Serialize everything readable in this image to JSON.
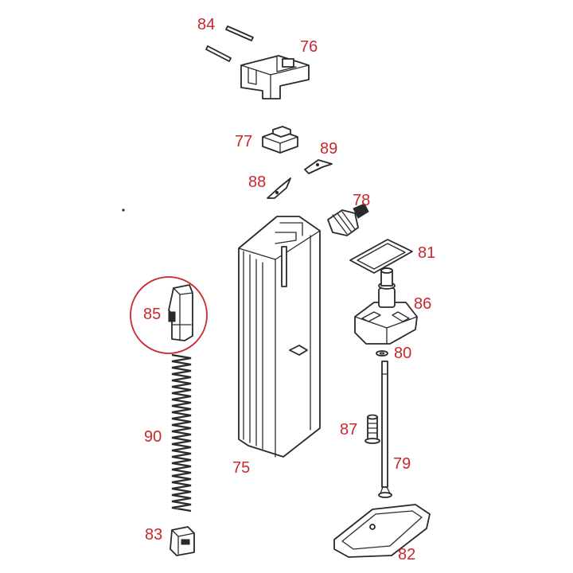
{
  "colors": {
    "label": "#c8282e",
    "line": "#2a2a2a",
    "highlight_circle": "#c8282e",
    "background": "#ffffff"
  },
  "labels": {
    "p84": "84",
    "p76": "76",
    "p77": "77",
    "p89": "89",
    "p88": "88",
    "p78": "78",
    "p81": "81",
    "p86": "86",
    "p85": "85",
    "p80": "80",
    "p90": "90",
    "p87": "87",
    "p75": "75",
    "p79": "79",
    "p83": "83",
    "p82": "82"
  },
  "highlighted_part": "85"
}
